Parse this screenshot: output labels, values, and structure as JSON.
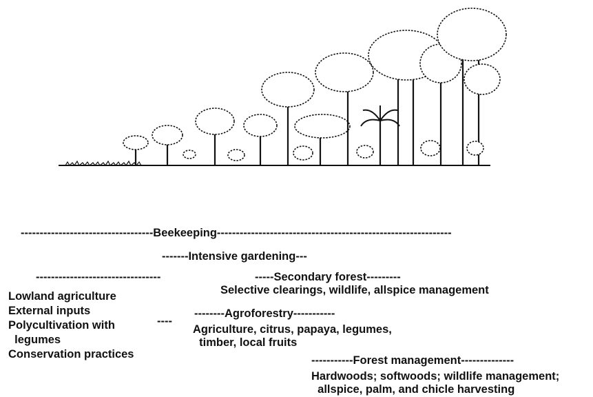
{
  "illustration": {
    "description_icon": "forest-succession-illustration-icon"
  },
  "labels": {
    "beekeeping": "-----------------------------------Beekeeping--------------------------------------------------------------",
    "intensive_gardening": "-------Intensive gardening---",
    "left_rule": "---------------------------------",
    "left_items": [
      "Lowland agriculture",
      "External inputs",
      "Polycultivation with",
      "  legumes",
      "Conservation practices"
    ],
    "connector": "----",
    "secondary_forest_title": "-----Secondary forest---------",
    "secondary_forest_detail": "Selective clearings, wildlife, allspice management",
    "agroforestry_title": "--------Agroforestry-----------",
    "agroforestry_detail_1": "Agriculture, citrus, papaya, legumes,",
    "agroforestry_detail_2": "  timber, local fruits",
    "forest_management_title": "-----------Forest management--------------",
    "forest_management_detail_1": "Hardwoods; softwoods; wildlife management;",
    "forest_management_detail_2": "  allspice, palm, and chicle harvesting"
  }
}
